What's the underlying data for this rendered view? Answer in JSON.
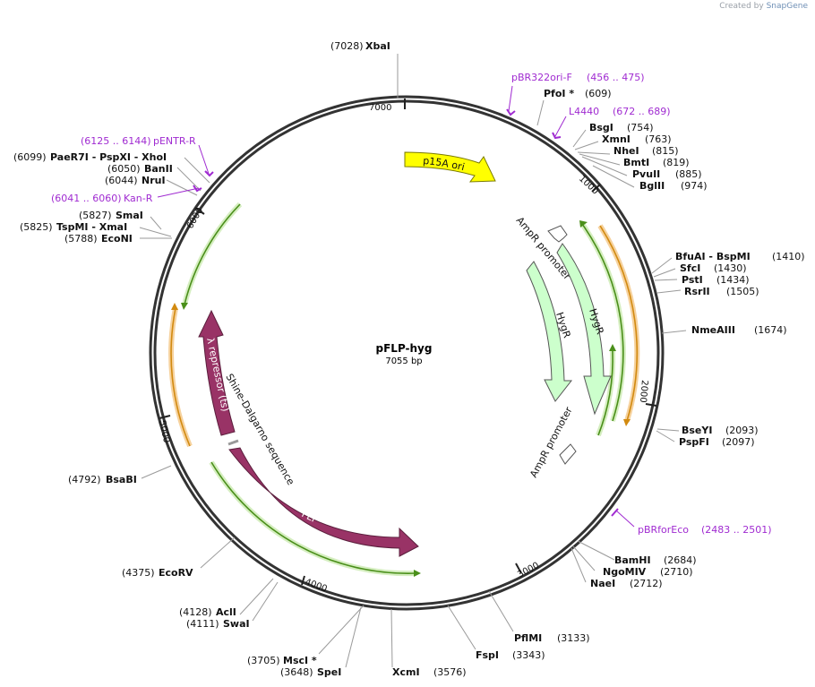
{
  "credit": {
    "prefix": "Created by",
    "brand": "SnapGene"
  },
  "plasmid": {
    "name": "pFLP-hyg",
    "length_label": "7055 bp",
    "length": 7055
  },
  "ticks": [
    {
      "bp": 1000,
      "label": "1000"
    },
    {
      "bp": 2000,
      "label": "2000"
    },
    {
      "bp": 3000,
      "label": "3000"
    },
    {
      "bp": 4000,
      "label": "4000"
    },
    {
      "bp": 5000,
      "label": "5000"
    },
    {
      "bp": 6000,
      "label": "6000"
    },
    {
      "bp": 7000,
      "label": "7000"
    }
  ],
  "enzymes": [
    {
      "id": "xbai",
      "name": "XbaI",
      "pos": "(7028)",
      "side": "left"
    },
    {
      "id": "pfoi",
      "name": "PfoI *",
      "pos": "(609)",
      "side": "right"
    },
    {
      "id": "bsgi",
      "name": "BsgI",
      "pos": "(754)",
      "side": "right"
    },
    {
      "id": "xmni",
      "name": "XmnI",
      "pos": "(763)",
      "side": "right"
    },
    {
      "id": "nhei",
      "name": "NheI",
      "pos": "(815)",
      "side": "right"
    },
    {
      "id": "bmti",
      "name": "BmtI",
      "pos": "(819)",
      "side": "right"
    },
    {
      "id": "pvuii",
      "name": "PvuII",
      "pos": "(885)",
      "side": "right"
    },
    {
      "id": "bglii",
      "name": "BglII",
      "pos": "(974)",
      "side": "right"
    },
    {
      "id": "bfuai",
      "name": "BfuAI   - BspMI",
      "pos": "(1410)",
      "side": "right"
    },
    {
      "id": "sfci",
      "name": "SfcI",
      "pos": "(1430)",
      "side": "right"
    },
    {
      "id": "psti",
      "name": "PstI",
      "pos": "(1434)",
      "side": "right"
    },
    {
      "id": "rsrii",
      "name": "RsrII",
      "pos": "(1505)",
      "side": "right"
    },
    {
      "id": "nmeaiii",
      "name": "NmeAIII",
      "pos": "(1674)",
      "side": "right"
    },
    {
      "id": "bseyi",
      "name": "BseYI",
      "pos": "(2093)",
      "side": "right"
    },
    {
      "id": "pspfi",
      "name": "PspFI",
      "pos": "(2097)",
      "side": "right"
    },
    {
      "id": "bamhi",
      "name": "BamHI",
      "pos": "(2684)",
      "side": "right"
    },
    {
      "id": "ngomiv",
      "name": "NgoMIV",
      "pos": "(2710)",
      "side": "right"
    },
    {
      "id": "naei",
      "name": "NaeI",
      "pos": "(2712)",
      "side": "right"
    },
    {
      "id": "pflmi",
      "name": "PflMI",
      "pos": "(3133)",
      "side": "right"
    },
    {
      "id": "fspi",
      "name": "FspI",
      "pos": "(3343)",
      "side": "right"
    },
    {
      "id": "xcmi",
      "name": "XcmI",
      "pos": "(3576)",
      "side": "right"
    },
    {
      "id": "msci",
      "name": "MscI *",
      "pos": "(3705)",
      "side": "left"
    },
    {
      "id": "spei",
      "name": "SpeI",
      "pos": "(3648)",
      "side": "left"
    },
    {
      "id": "acli",
      "name": "AclI",
      "pos": "(4128)",
      "side": "left"
    },
    {
      "id": "swai",
      "name": "SwaI",
      "pos": "(4111)",
      "side": "left"
    },
    {
      "id": "ecorv",
      "name": "EcoRV",
      "pos": "(4375)",
      "side": "left"
    },
    {
      "id": "bsabi",
      "name": "BsaBI",
      "pos": "(4792)",
      "side": "left"
    },
    {
      "id": "econi",
      "name": "EcoNI",
      "pos": "(5788)",
      "side": "left"
    },
    {
      "id": "tspmi",
      "name": "TspMI   - XmaI",
      "pos": "(5825)",
      "side": "left"
    },
    {
      "id": "smai",
      "name": "SmaI",
      "pos": "(5827)",
      "side": "left"
    },
    {
      "id": "nrui",
      "name": "NruI",
      "pos": "(6044)",
      "side": "left"
    },
    {
      "id": "banii",
      "name": "BanII",
      "pos": "(6050)",
      "side": "left"
    },
    {
      "id": "paer7i",
      "name": "PaeR7I   - PspXI   - XhoI",
      "pos": "(6099)",
      "side": "left"
    }
  ],
  "primers": [
    {
      "id": "pbr322ori-f",
      "name": "pBR322ori-F",
      "range": "(456 .. 475)"
    },
    {
      "id": "l4440",
      "name": "L4440",
      "range": "(672 .. 689)"
    },
    {
      "id": "pbrforeco",
      "name": "pBRforEco",
      "range": "(2483 .. 2501)"
    },
    {
      "id": "pentr-r",
      "name": "pENTR-R",
      "range": "(6125 .. 6144)"
    },
    {
      "id": "kan-r",
      "name": "Kan-R",
      "range": "(6041 .. 6060)"
    }
  ],
  "features": [
    {
      "id": "p15a-ori",
      "label": "p15A ori",
      "color": "#ffff00"
    },
    {
      "id": "ampr-promoter-1",
      "label": "AmpR promoter",
      "color": "#ffffff"
    },
    {
      "id": "hygr-1",
      "label": "HygR",
      "color": "#ccffcc"
    },
    {
      "id": "hygr-2",
      "label": "HygR",
      "color": "#ccffcc"
    },
    {
      "id": "ampr-promoter-2",
      "label": "AmpR promoter",
      "color": "#ffffff"
    },
    {
      "id": "lambda-repressor",
      "label": "λ repressor (ts)",
      "color": "#993366"
    },
    {
      "id": "shine-dalgarno",
      "label": "Shine-Dalgarno sequence",
      "color": "#ffffff"
    },
    {
      "id": "flp",
      "label": "FLP",
      "color": "#993366"
    }
  ],
  "colors": {
    "primer": "#a02bd1",
    "orf": "#a7d77a",
    "orf_reverse": "#f2b36b",
    "backbone": "#333333"
  }
}
